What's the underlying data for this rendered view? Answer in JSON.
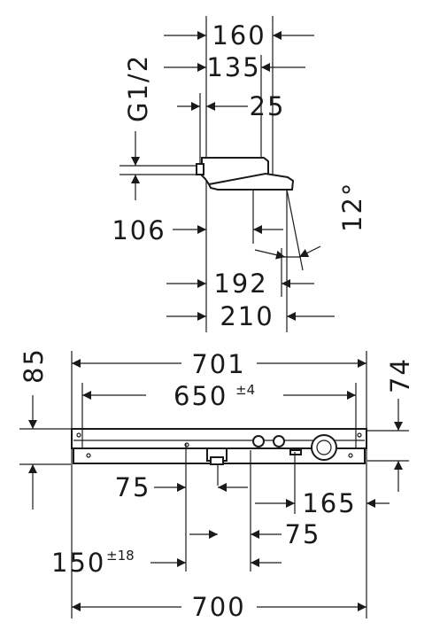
{
  "side_view": {
    "w160": "160",
    "w135": "135",
    "w25": "25",
    "thread": "G1/2",
    "d106": "106",
    "d192": "192",
    "d210": "210",
    "angle": "12°"
  },
  "front_view": {
    "h85": "85",
    "h74": "74",
    "w701": "701",
    "w650": "650",
    "w650_tol": "±4",
    "d75_left": "75",
    "d165": "165",
    "d75_right": "75",
    "d150": "150",
    "d150_tol": "±18",
    "w700": "700"
  }
}
